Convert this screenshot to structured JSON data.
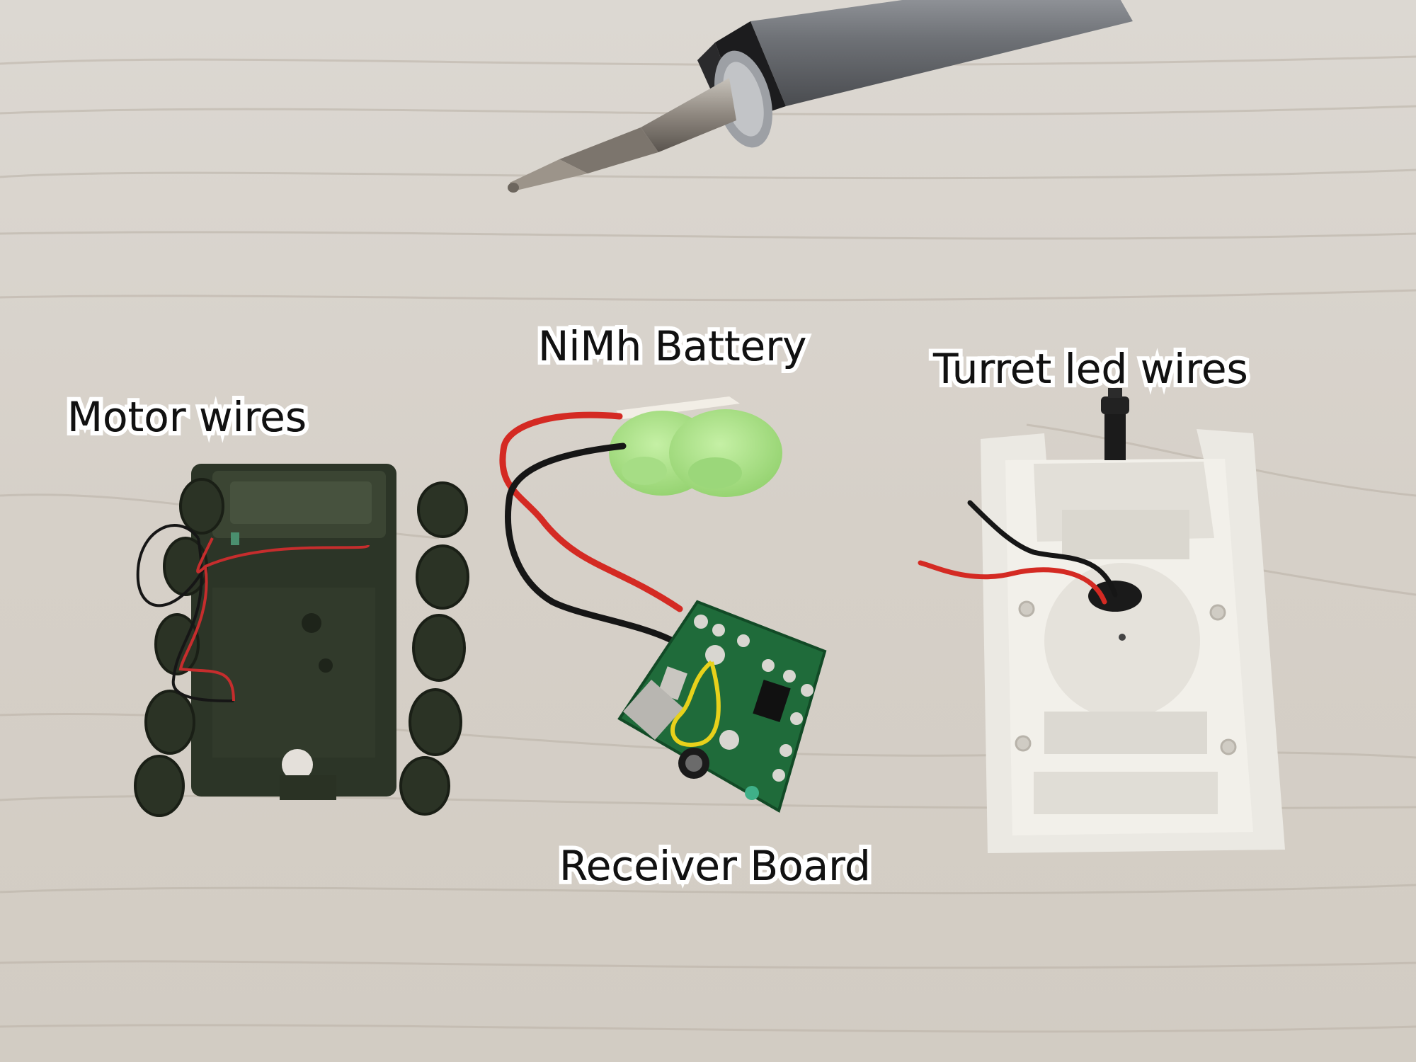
{
  "labels": {
    "motor": "Motor wires",
    "battery": "NiMh Battery",
    "turret": "Turret led wires",
    "receiver": "Receiver Board"
  },
  "colors": {
    "table": "#d8d3cc",
    "chassis": "#36402f",
    "battery": "#a9e08a",
    "pcb": "#1f6b3a",
    "turret_shell": "#ebe9e3",
    "wire_red": "#d42a23",
    "wire_black": "#161616",
    "iron_body": "#7d8085"
  }
}
